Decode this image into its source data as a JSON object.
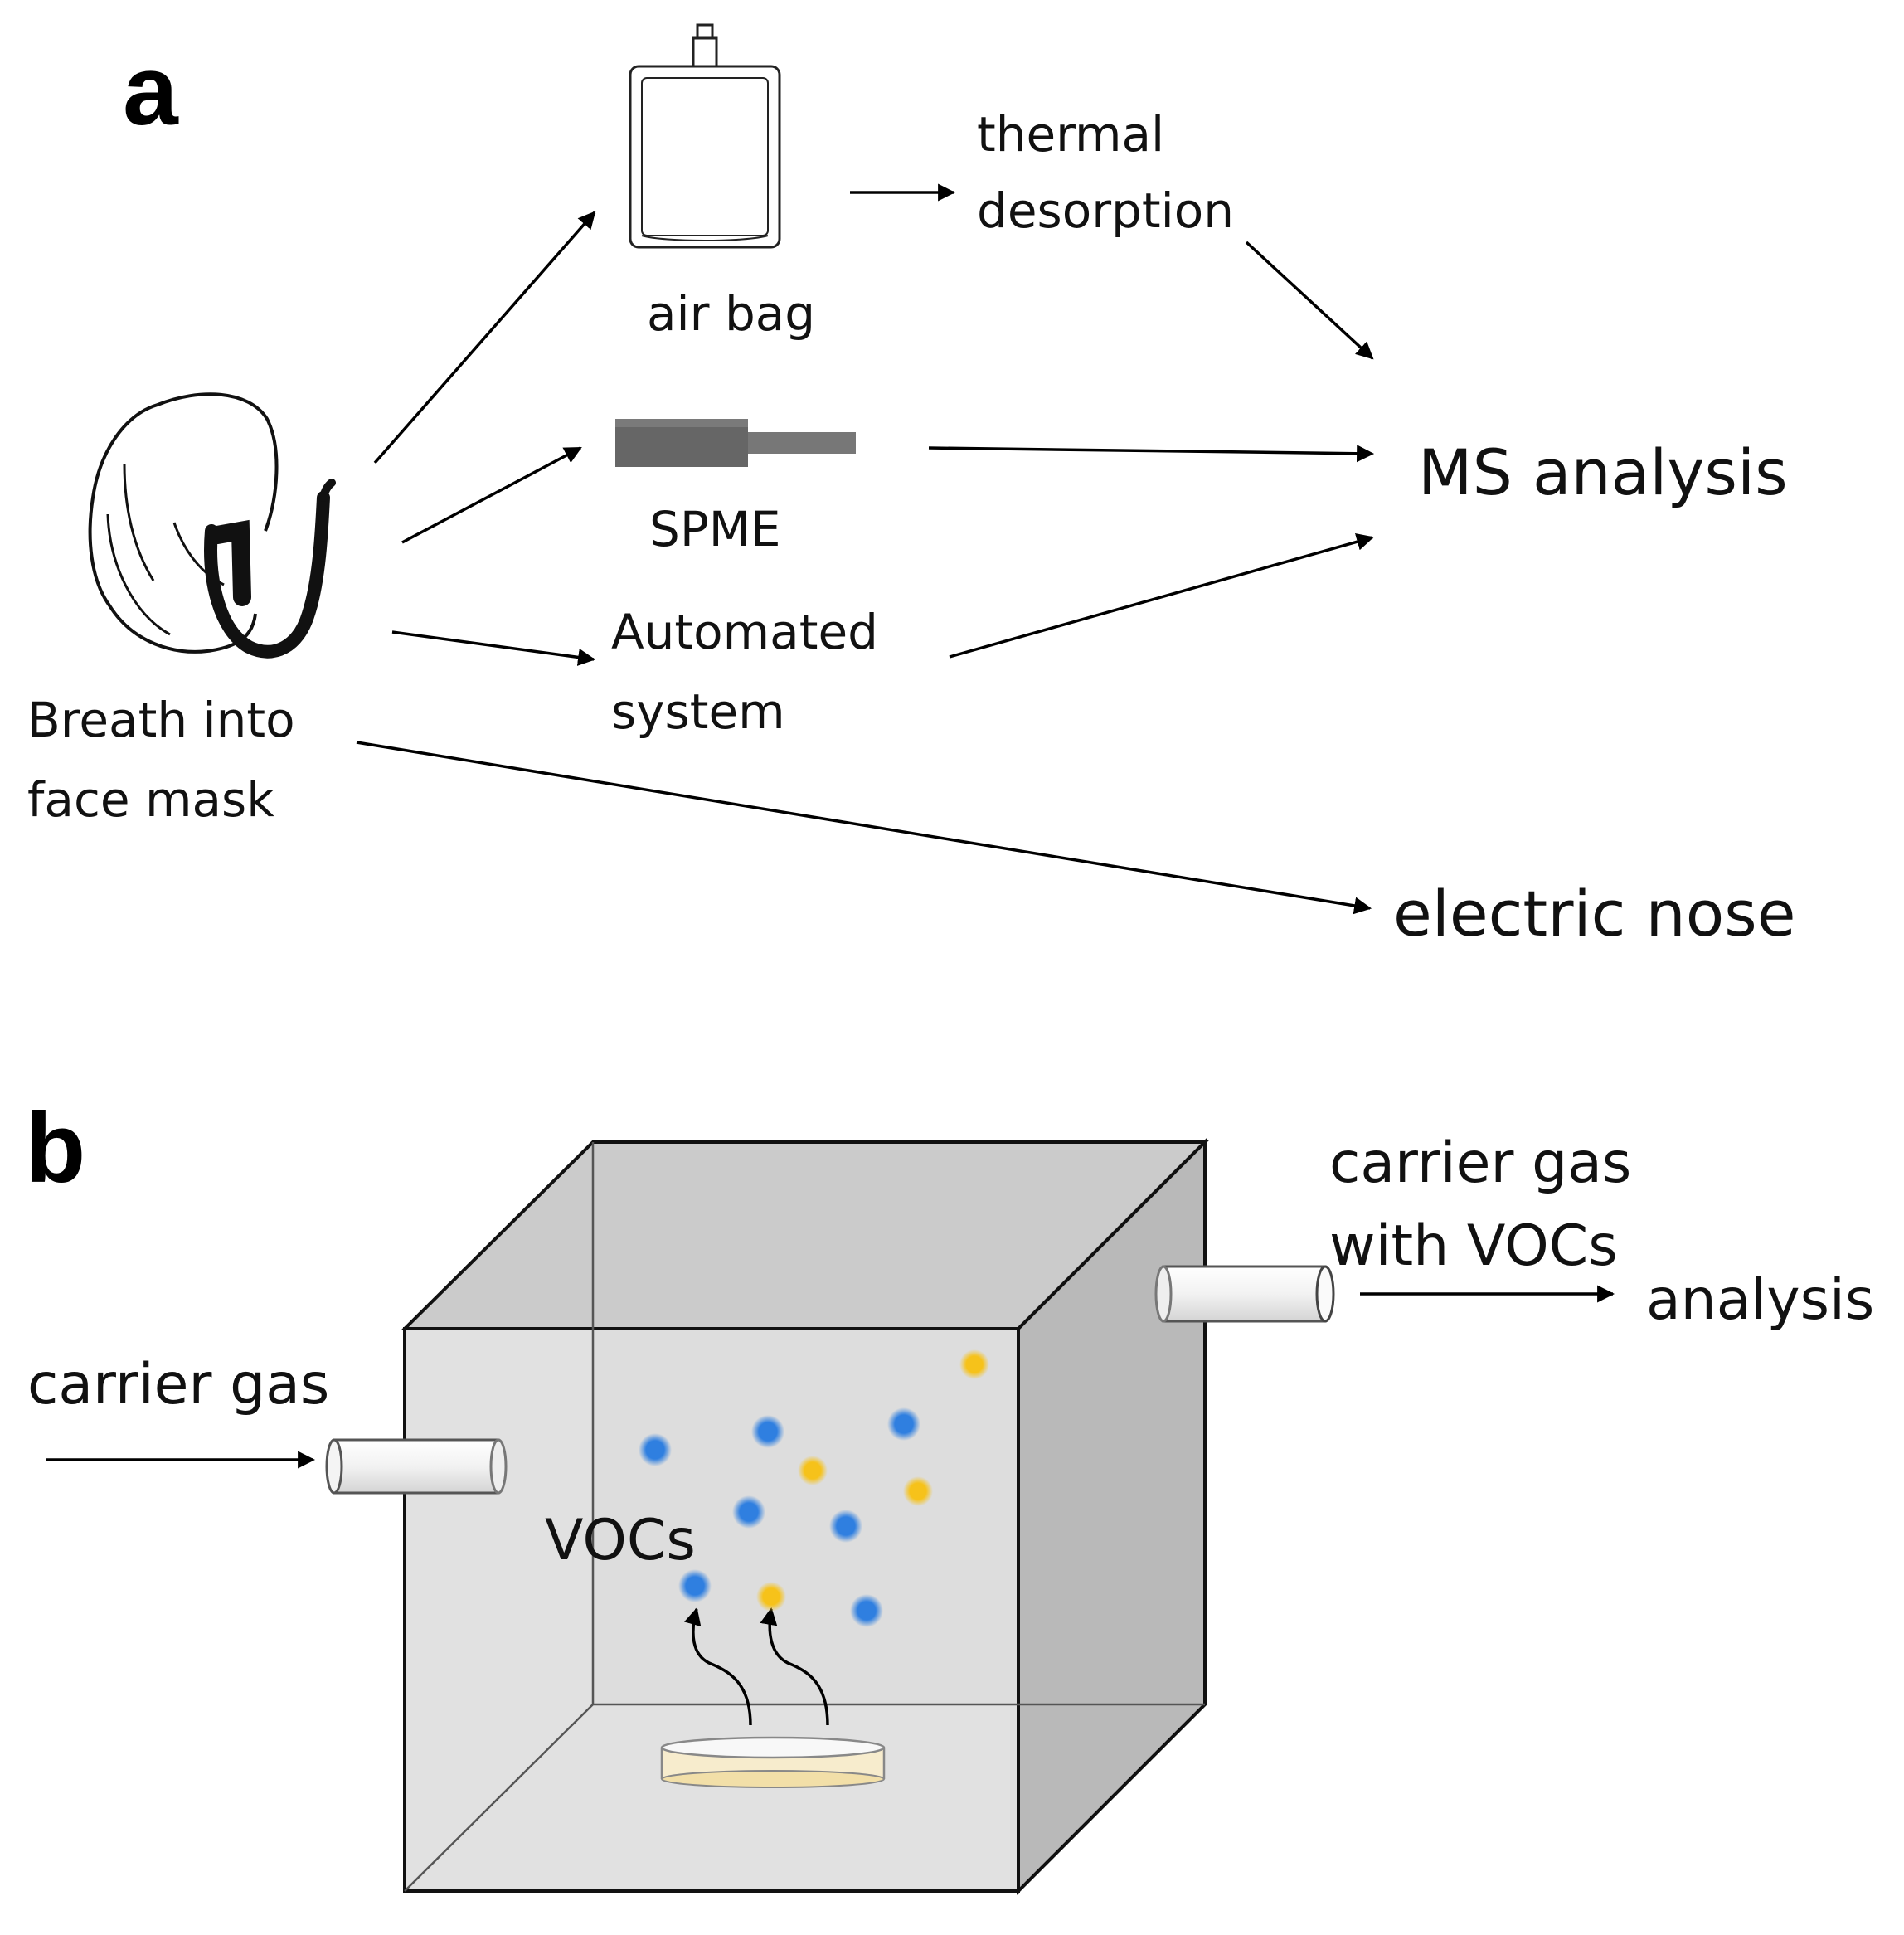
{
  "panel_a": {
    "letter": "a",
    "labels": {
      "air_bag": "air bag",
      "thermal": "thermal",
      "desorption": "desorption",
      "spme": "SPME",
      "automated": "Automated",
      "system": "system",
      "breath_line1": "Breath into",
      "breath_line2": "face mask",
      "ms_analysis": "MS analysis",
      "electric_nose": "electric nose"
    }
  },
  "panel_b": {
    "letter": "b",
    "labels": {
      "carrier_gas_in": "carrier gas",
      "carrier_gas_out_line1": "carrier gas",
      "carrier_gas_out_line2": "with VOCs",
      "analysis": "analysis",
      "vocs": "VOCs"
    },
    "colors": {
      "voc_blue": "#2f7fe0",
      "voc_yellow": "#f6c21a",
      "box_front": "#dcdcdc",
      "box_top": "#cbcbcb",
      "box_side": "#b9b9b9"
    }
  }
}
